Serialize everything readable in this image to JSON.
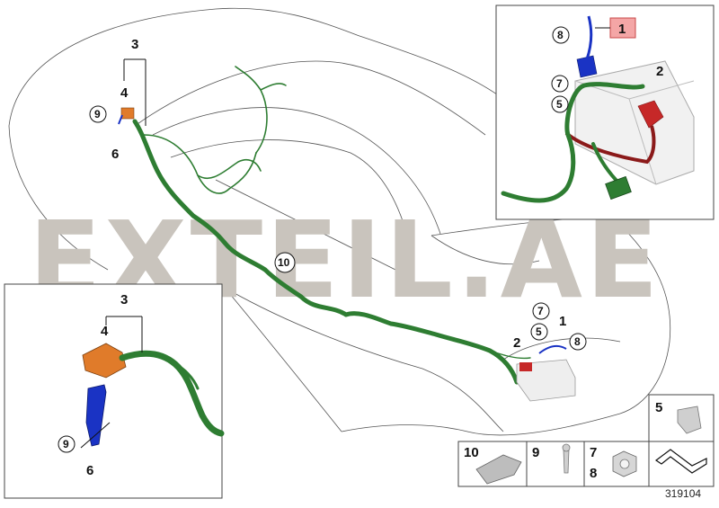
{
  "watermark": "EXTEIL.AE",
  "diagram_id": "319104",
  "callouts": {
    "main_3": "3",
    "main_4": "4",
    "main_9": "9",
    "main_6": "6",
    "main_10": "10",
    "main_2": "2",
    "main_7": "7",
    "main_5": "5",
    "main_1": "1",
    "main_8": "8",
    "inset_tr_8": "8",
    "inset_tr_1": "1",
    "inset_tr_2": "2",
    "inset_tr_7": "7",
    "inset_tr_5": "5",
    "inset_bl_3": "3",
    "inset_bl_4": "4",
    "inset_bl_9": "9",
    "inset_bl_6": "6"
  },
  "legend": {
    "cell_5": "5",
    "cell_10": "10",
    "cell_9": "9",
    "cell_7": "7",
    "cell_8": "8"
  },
  "colors": {
    "harness": "#2e7d32",
    "positive_terminal": "#c62828",
    "negative_cable": "#1a33c4",
    "connector": "#e07b2a",
    "highlight": "#f4a6a6",
    "watermark": "#c9c4bd"
  }
}
